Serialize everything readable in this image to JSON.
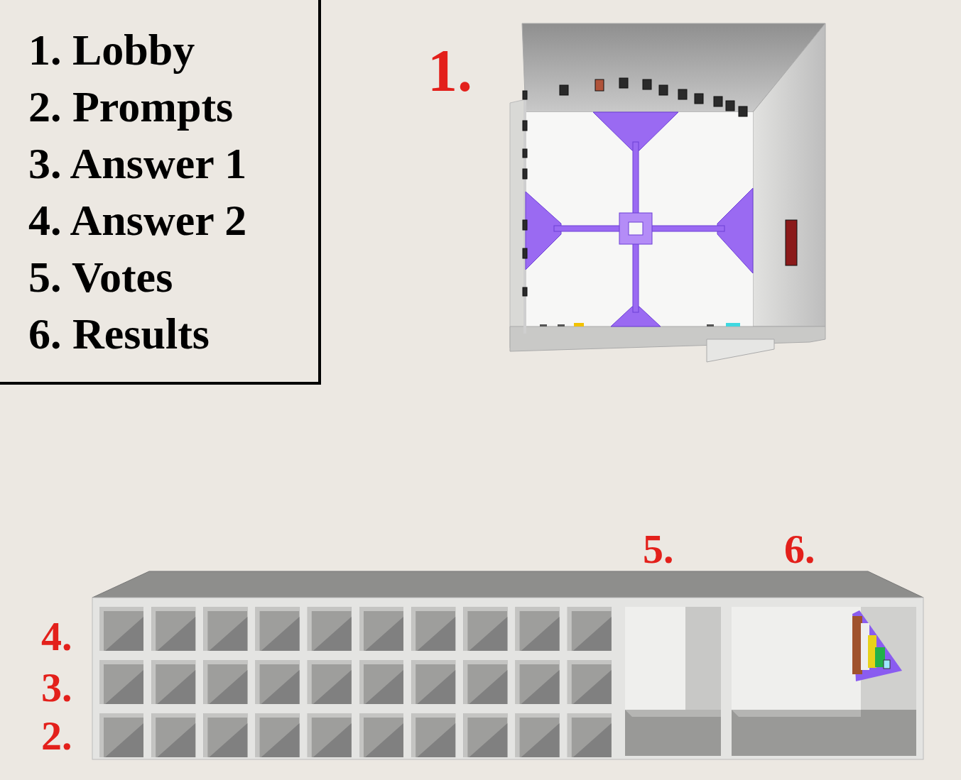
{
  "diagram": {
    "nodes": [
      {
        "text": [
          "1. Lobby",
          "2. Prompts",
          "3. Answer 1",
          "4. Answer 2",
          "5. Votes",
          "6. Results"
        ]
      }
    ],
    "labels": [
      "1.",
      "5.",
      "6.",
      "4.",
      "3.",
      "2."
    ]
  }
}
